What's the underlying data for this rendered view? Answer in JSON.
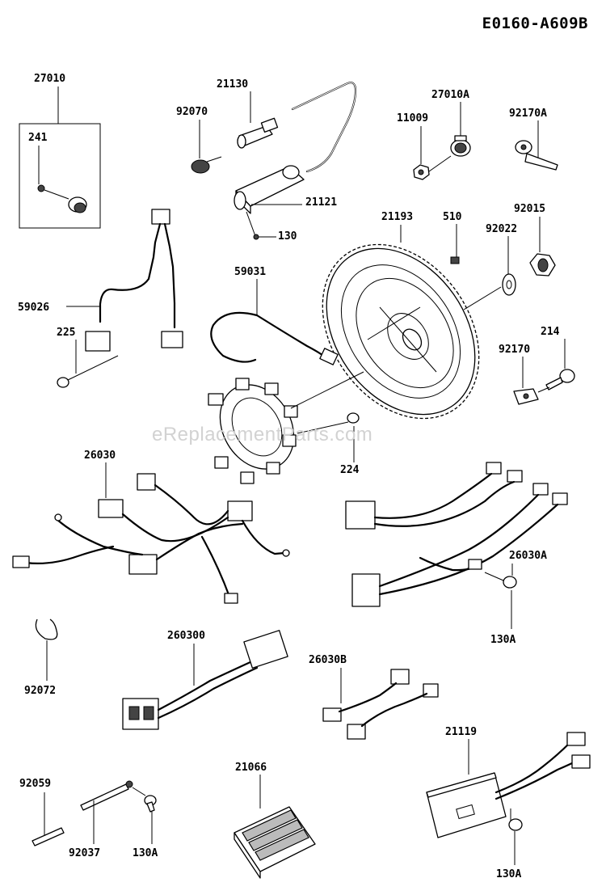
{
  "diagram_code": "E0160-A609B",
  "watermark": "eReplacementParts.com",
  "labels": {
    "p27010": "27010",
    "p241": "241",
    "p21130": "21130",
    "p92070": "92070",
    "p27010A": "27010A",
    "p11009": "11009",
    "p92170A": "92170A",
    "p21121": "21121",
    "p130": "130",
    "p21193": "21193",
    "p510": "510",
    "p92015": "92015",
    "p92022": "92022",
    "p59031": "59031",
    "p59026": "59026",
    "p225": "225",
    "p214": "214",
    "p92170": "92170",
    "p224": "224",
    "p26030": "26030",
    "p26030A": "26030A",
    "p130A_1": "130A",
    "p92072": "92072",
    "p260300": "260300",
    "p26030B": "26030B",
    "p21119": "21119",
    "p92059": "92059",
    "p21066": "21066",
    "p92037": "92037",
    "p130A_2": "130A",
    "p130A_3": "130A"
  }
}
